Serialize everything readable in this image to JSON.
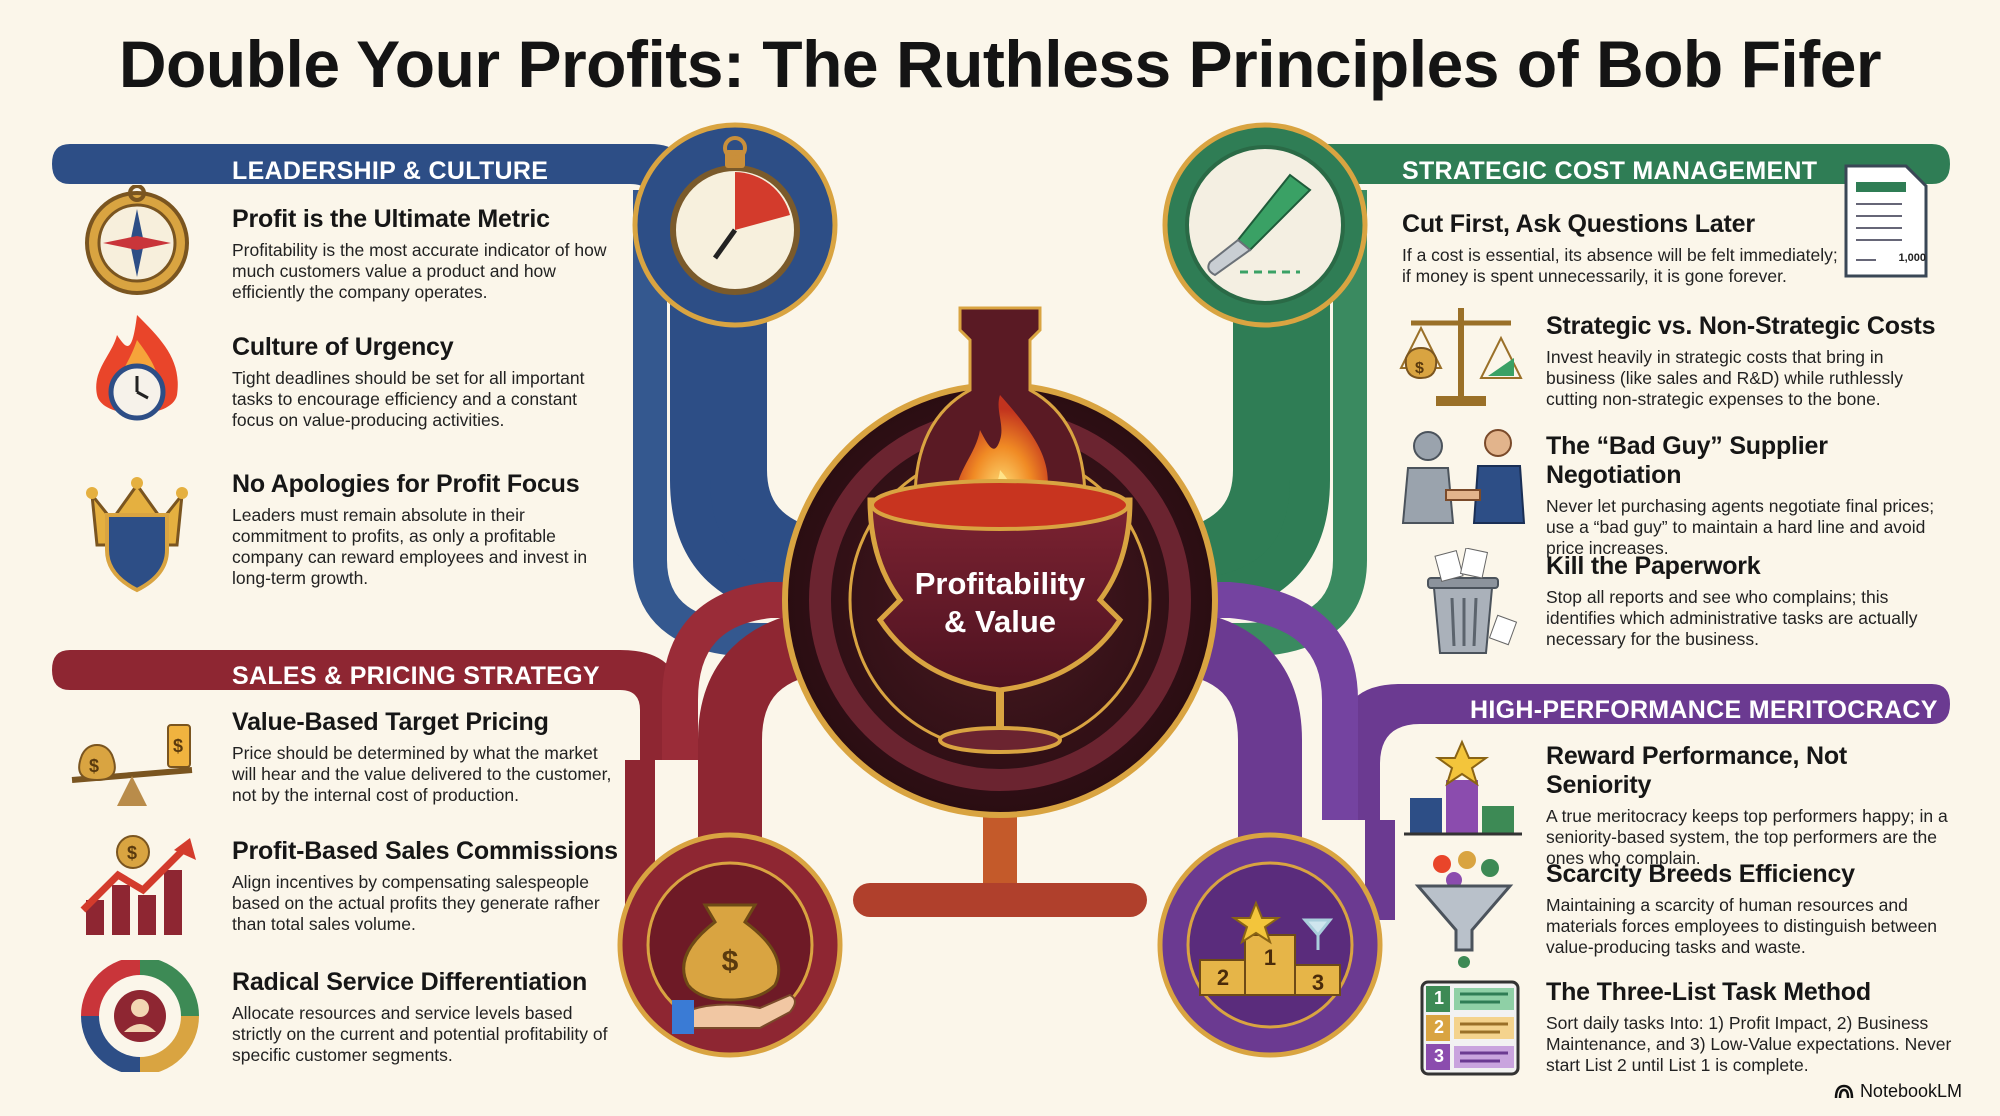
{
  "title": "Double Your Profits: The Ruthless Principles of Bob Fifer",
  "center": {
    "line1": "Profitability",
    "line2": "& Value"
  },
  "colors": {
    "leadership": "#2d4e86",
    "cost": "#2f7d55",
    "sales": "#8e2632",
    "meritocracy": "#6b3a91",
    "gold": "#d9a441"
  },
  "sections": {
    "leadership": {
      "label": "LEADERSHIP & CULTURE",
      "items": [
        {
          "title": "Profit is the Ultimate Metric",
          "text": "Profitability is the most accurate indicator of how much customers value a product and how efficiently the company operates.",
          "icon": "compass-icon"
        },
        {
          "title": "Culture of Urgency",
          "text": "Tight deadlines should be set for all important tasks to encourage efficiency and a constant focus on value-producing activities.",
          "icon": "fire-clock-icon"
        },
        {
          "title": "No Apologies for Profit Focus",
          "text": "Leaders must remain absolute in their commitment to profits, as only a profitable company can reward employees and invest in long-term growth.",
          "icon": "crown-shield-icon"
        }
      ]
    },
    "cost": {
      "label": "STRATEGIC COST MANAGEMENT",
      "items": [
        {
          "title": "Cut First, Ask Questions Later",
          "text": "If a cost is essential, its absence will be felt immediately; if money is spent unnecessarily, it is gone forever.",
          "icon": "invoice-icon",
          "invoice_total": "1,000"
        },
        {
          "title": "Strategic vs. Non-Strategic Costs",
          "text": "Invest heavily in strategic costs that bring in business (like sales and R&D) while ruthlessly cutting non-strategic expenses to the bone.",
          "icon": "balance-scale-icon"
        },
        {
          "title": "The “Bad Guy” Supplier Negotiation",
          "text": "Never let purchasing agents negotiate final prices; use a “bad guy” to maintain a hard line and avoid price increases.",
          "icon": "handshake-icon"
        },
        {
          "title": "Kill the Paperwork",
          "text": "Stop all reports and see who complains; this identifies which administrative tasks are actually necessary for the business.",
          "icon": "trash-can-icon"
        }
      ]
    },
    "sales": {
      "label": "SALES & PRICING STRATEGY",
      "items": [
        {
          "title": "Value-Based Target Pricing",
          "text": "Price should be determined by what the market will hear and the value delivered to the customer, not by the internal cost of production.",
          "icon": "seesaw-icon"
        },
        {
          "title": "Profit-Based Sales Commissions",
          "text": "Align incentives by compensating salespeople based on the actual profits they generate rafher than total sales volume.",
          "icon": "growth-chart-icon"
        },
        {
          "title": "Radical Service Differentiation",
          "text": "Allocate resources and service levels based strictly on the current and potential profitability of specific customer segments.",
          "icon": "customer-cycle-icon"
        }
      ]
    },
    "meritocracy": {
      "label": "HIGH-PERFORMANCE MERITOCRACY",
      "items": [
        {
          "title": "Reward Performance, Not Seniority",
          "text": "A true meritocracy keeps top performers happy; in a seniority-based system, the top performers are the ones who complain.",
          "icon": "star-bars-icon"
        },
        {
          "title": "Scarcity Breeds Efficiency",
          "text": "Maintaining a scarcity of human resources and materials forces employees to distinguish between value-producing tasks and waste.",
          "icon": "funnel-icon"
        },
        {
          "title": "The Three-List Task Method",
          "text": "Sort daily tasks Into: 1) Profit Impact, 2) Business Maintenance, and 3) Low-Value expectations. Never start List 2 until List 1 is complete.",
          "icon": "three-list-icon",
          "list_numbers": [
            "1",
            "2",
            "3"
          ]
        }
      ]
    }
  },
  "hubs": {
    "podium_places": [
      "2",
      "1",
      "3"
    ],
    "money_bag_symbol": "$"
  },
  "footer": {
    "brand": "NotebookLM"
  }
}
